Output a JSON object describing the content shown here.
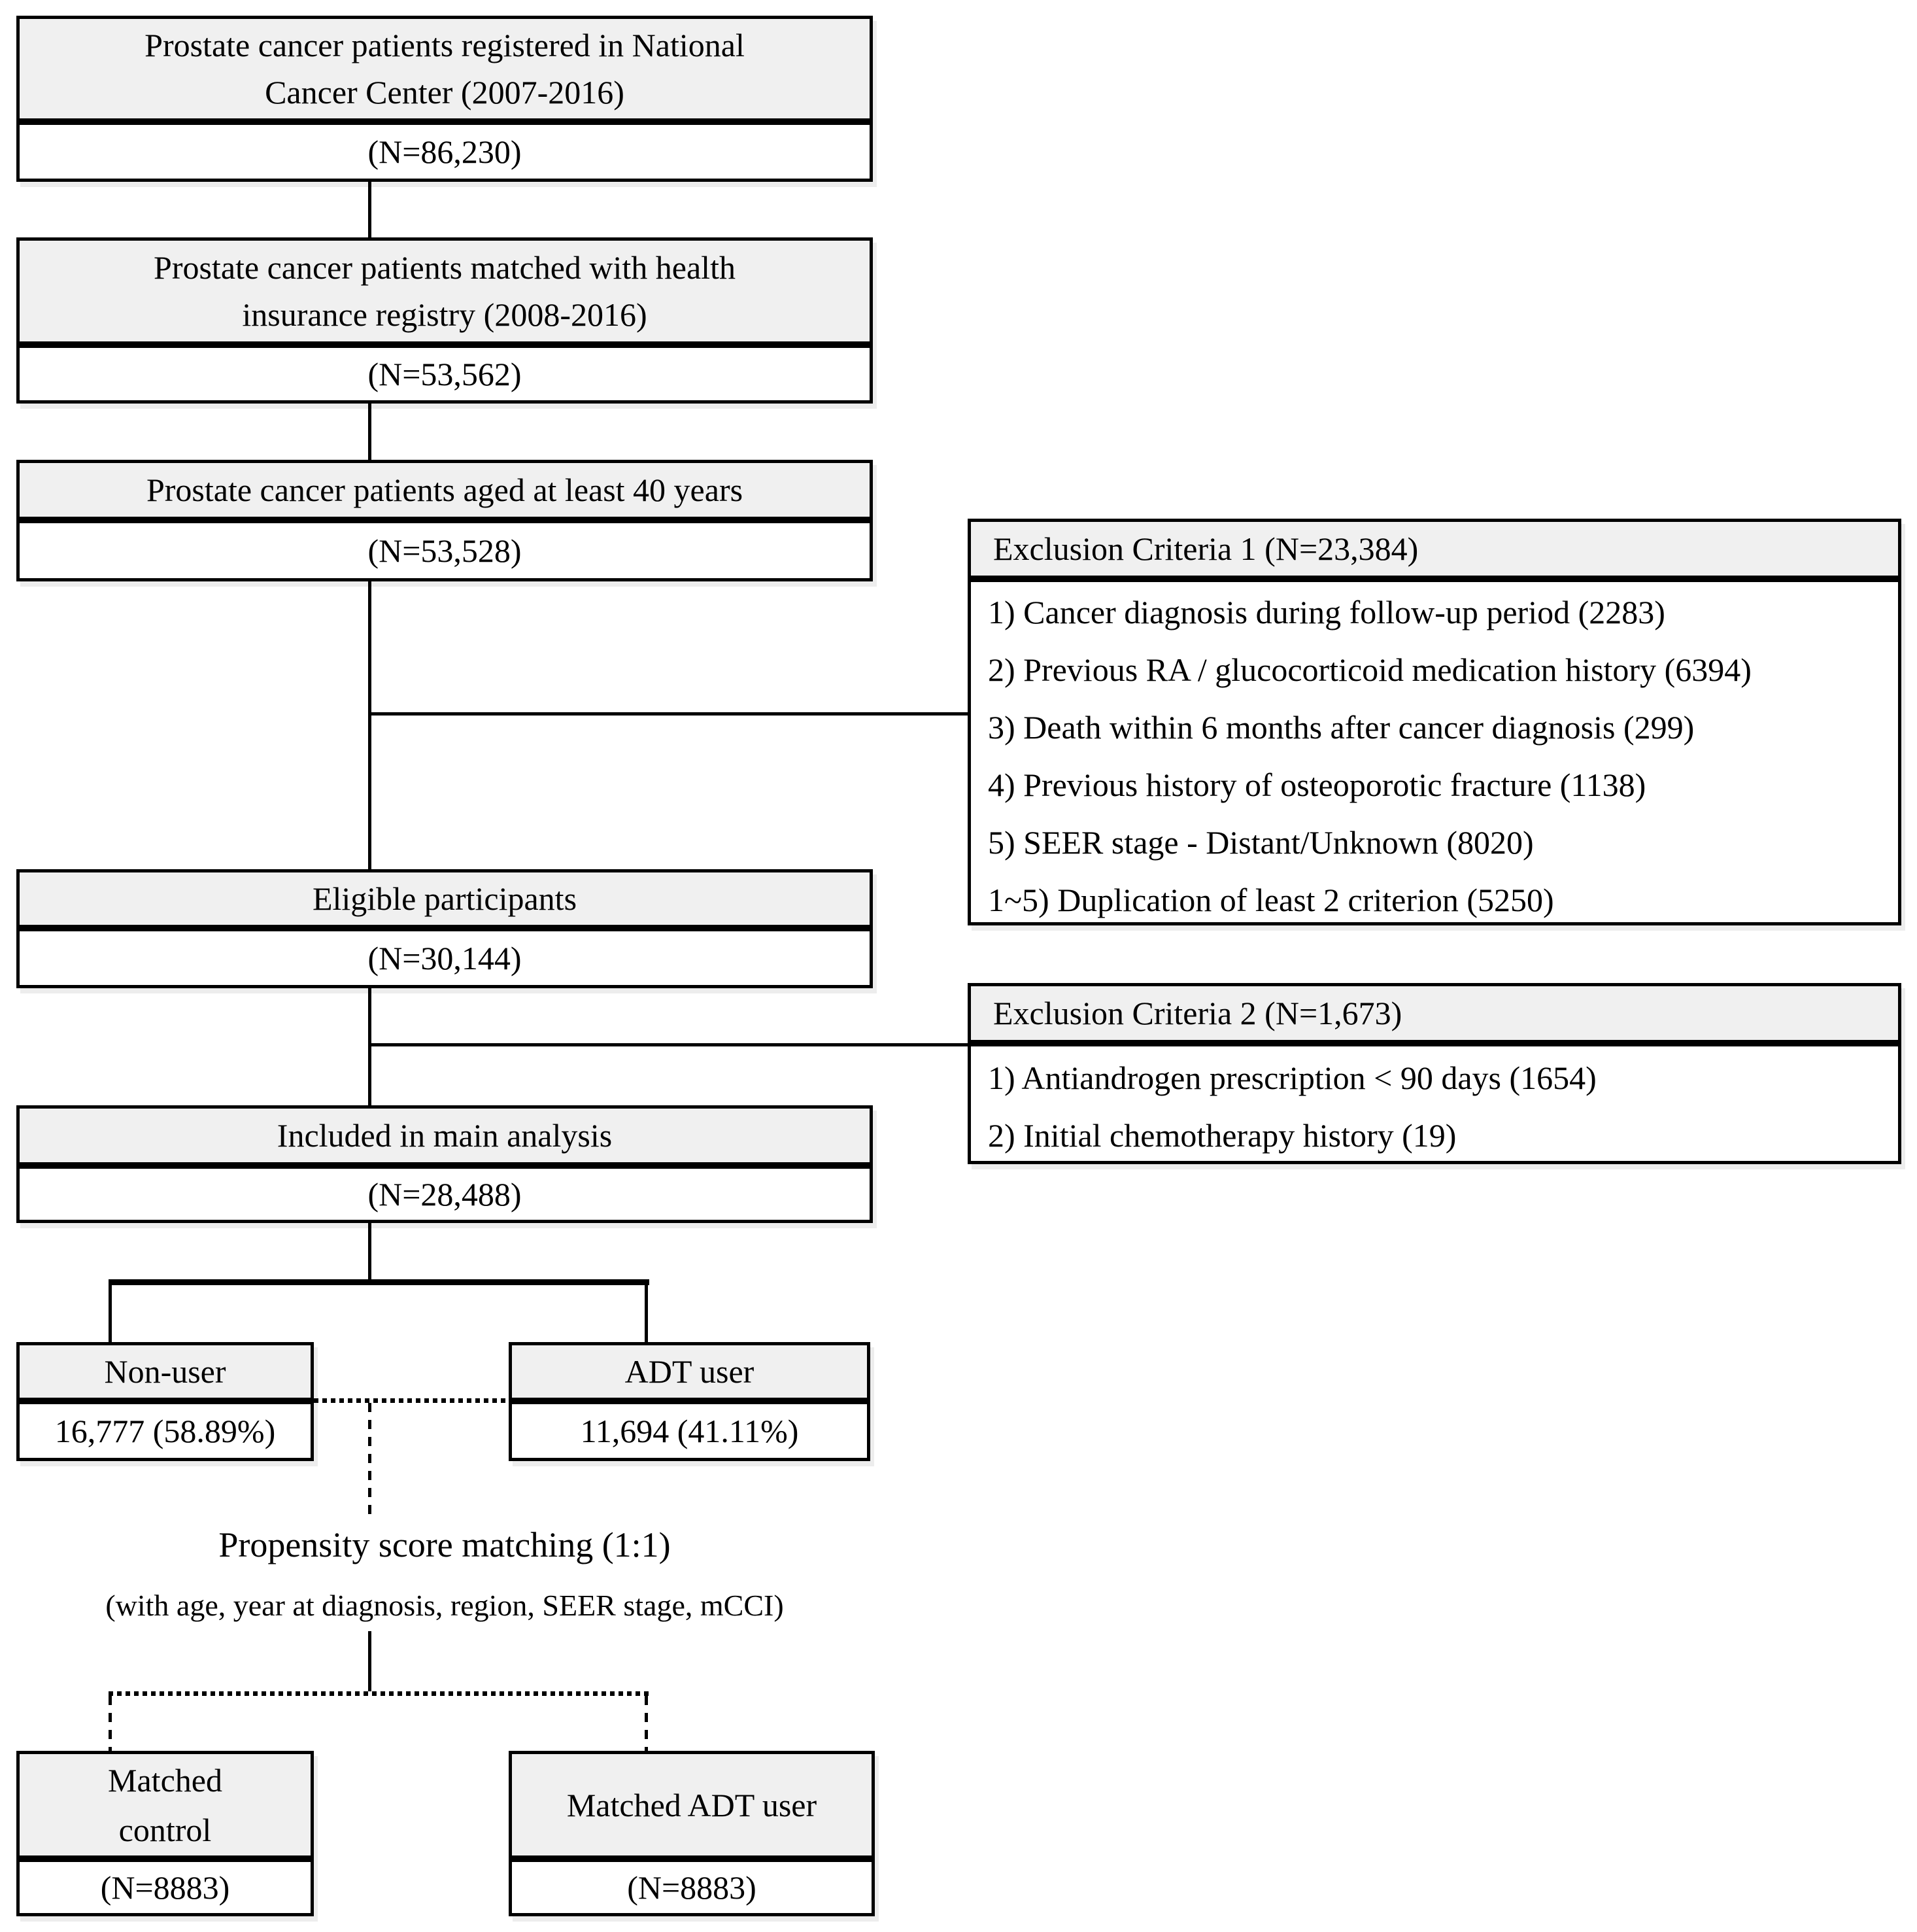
{
  "colors": {
    "box_fill": "#f0f0f0",
    "border": "#000000",
    "background": "#ffffff"
  },
  "main_flow": [
    {
      "title": "Prostate cancer patients registered in National\nCancer Center (2007-2016)",
      "n": "(N=86,230)"
    },
    {
      "title": "Prostate cancer patients matched with health\ninsurance registry (2008-2016)",
      "n": "(N=53,562)"
    },
    {
      "title": "Prostate cancer patients aged at least 40 years",
      "n": "(N=53,528)"
    },
    {
      "title": "Eligible participants",
      "n": "(N=30,144)"
    },
    {
      "title": "Included in main analysis",
      "n": "(N=28,488)"
    }
  ],
  "exclusion1": {
    "title": "Exclusion Criteria 1 (N=23,384)",
    "items": [
      "1) Cancer diagnosis during follow-up period (2283)",
      "2) Previous RA / glucocorticoid medication history (6394)",
      "3) Death within 6 months after cancer diagnosis (299)",
      "4) Previous history of osteoporotic fracture (1138)",
      "5) SEER stage - Distant/Unknown (8020)",
      "1~5) Duplication of least 2 criterion (5250)"
    ]
  },
  "exclusion2": {
    "title": "Exclusion Criteria 2 (N=1,673)",
    "items": [
      "1) Antiandrogen prescription < 90 days (1654)",
      "2) Initial chemotherapy history (19)"
    ]
  },
  "groups": {
    "non_user": {
      "title": "Non-user",
      "value": "16,777 (58.89%)"
    },
    "adt_user": {
      "title": "ADT user",
      "value": "11,694 (41.11%)"
    }
  },
  "matching": {
    "line1": "Propensity score matching (1:1)",
    "line2": "(with age, year at diagnosis, region, SEER stage, mCCI)"
  },
  "matched_groups": {
    "control": {
      "title": "Matched\ncontrol",
      "n": "(N=8883)"
    },
    "adt": {
      "title": "Matched ADT user",
      "n": "(N=8883)"
    }
  }
}
